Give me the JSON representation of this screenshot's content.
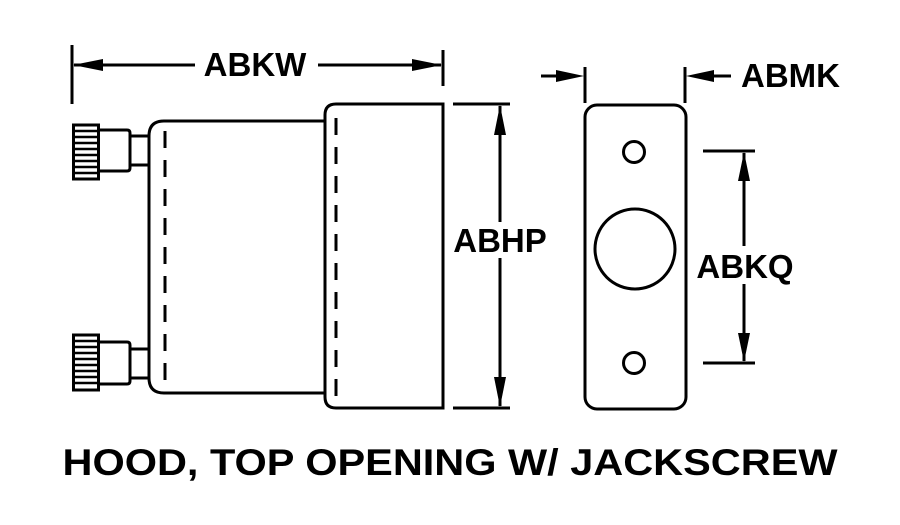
{
  "diagram": {
    "title": "HOOD, TOP OPENING W/ JACKSCREW",
    "colors": {
      "line": "#000000",
      "background": "#ffffff"
    },
    "dimensions": {
      "width": {
        "label": "ABKW"
      },
      "height": {
        "label": "ABHP"
      },
      "thickness": {
        "label": "ABMK"
      },
      "hole_spacing": {
        "label": "ABKQ"
      }
    },
    "views": [
      {
        "name": "side-view",
        "parts": [
          "jackscrew-top",
          "jackscrew-bottom",
          "body",
          "hood"
        ]
      },
      {
        "name": "end-view",
        "parts": [
          "plate",
          "mounting-hole-top",
          "cable-opening",
          "mounting-hole-bottom"
        ]
      }
    ]
  }
}
